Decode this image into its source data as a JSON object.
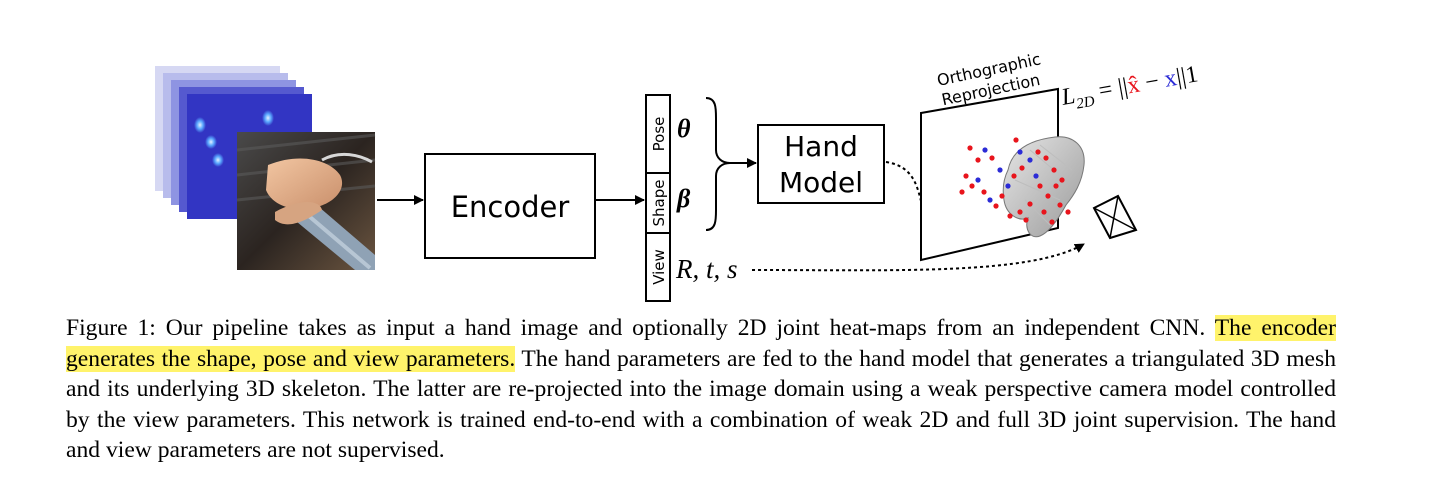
{
  "figure": {
    "encoder_label": "Encoder",
    "param_boxes": {
      "pose": "Pose",
      "shape": "Shape",
      "view": "View"
    },
    "symbols": {
      "pose": "θ",
      "shape": "β",
      "view": "R, t, s"
    },
    "hand_model": {
      "line1": "Hand",
      "line2": "Model"
    },
    "projection": {
      "line1": "Orthographic",
      "line2": "Reprojection"
    },
    "loss": {
      "lhs": "L",
      "subscript": "2D",
      "equals": " = ||",
      "xhat": "x̂",
      "minus": " − ",
      "x": "x",
      "norm": "||1"
    },
    "colors": {
      "predicted_joints": "#e8141c",
      "ground_truth_joints": "#2b2bd6",
      "loss_xhat": "#e8141c",
      "loss_x": "#2b2bd6"
    }
  },
  "caption": {
    "prefix": "Figure 1: Our pipeline takes as input a hand image and optionally 2D joint heat-maps from an independent CNN. ",
    "highlight": "The encoder generates the shape, pose and view parameters.",
    "rest": " The hand parameters are fed to the hand model that generates a triangulated 3D mesh and its underlying 3D skeleton. The latter are re-projected into the image domain using a weak perspective camera model controlled by the view parameters.  This network is trained end-to-end with a combination of weak 2D and full 3D joint supervision. The hand and view parameters are not supervised."
  }
}
